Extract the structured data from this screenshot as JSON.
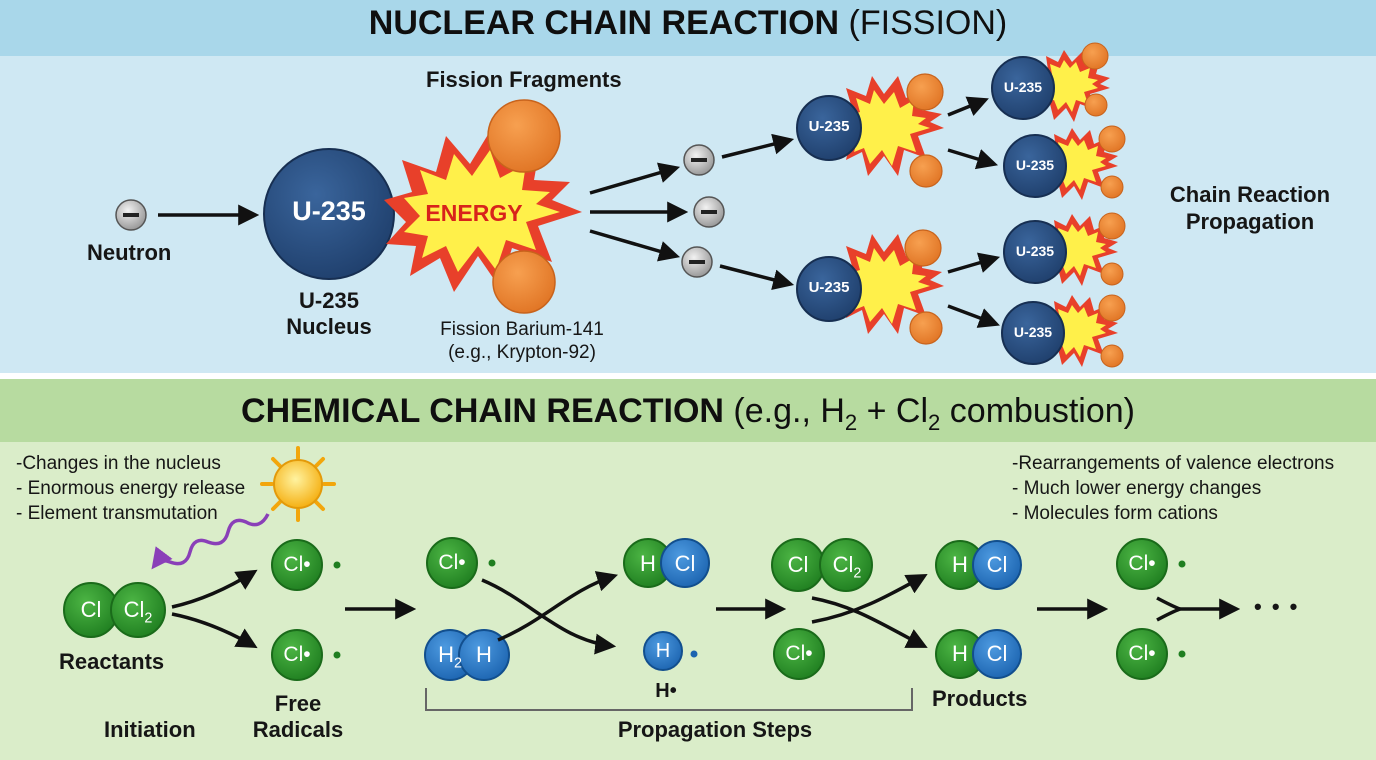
{
  "nuclear": {
    "title_bold": "NUCLEAR CHAIN REACTION",
    "title_light": "(FISSION)",
    "neutron_label": "Neutron",
    "nucleus_text": "U-235",
    "nucleus_label_line1": "U-235",
    "nucleus_label_line2": "Nucleus",
    "energy_text": "ENERGY",
    "fragments_label": "Fission Fragments",
    "barium_line1": "Fission Barium-141",
    "barium_line2": "(e.g., Krypton-92)",
    "neutron_symbol": "−",
    "propagation_line1": "Chain Reaction",
    "propagation_line2": "Propagation",
    "secondary_nucleus_text": "U-235",
    "tertiary_nucleus_text": "U-235"
  },
  "chemical": {
    "title_bold": "CHEMICAL CHAIN REACTION",
    "title_light_pre": "(e.g., H",
    "title_sub1": "2",
    "title_light_mid": " + Cl",
    "title_sub2": "2",
    "title_light_post": " combustion)",
    "left_bullets": [
      "-Changes in the nucleus",
      "- Enormous energy release",
      "- Element transmutation"
    ],
    "right_bullets": [
      "-Rearrangements of valence electrons",
      "- Much lower energy changes",
      "- Molecules form cations"
    ],
    "reactants_label": "Reactants",
    "initiation_label": "Initiation",
    "free_radicals_line1": "Free",
    "free_radicals_line2": "Radicals",
    "propagation_steps_label": "Propagation Steps",
    "products_label": "Products",
    "h_dot_label": "H•",
    "ellipsis": "• • •",
    "atoms": {
      "cl": "Cl",
      "cl2": "Cl",
      "cl2_sub": "2",
      "cl_radical": "Cl•",
      "h": "H",
      "h2": "H",
      "h2_sub": "2"
    }
  },
  "colors": {
    "top_band": "#a9d7ea",
    "top_bg": "#cfe8f3",
    "bottom_band": "#b7dba0",
    "bottom_bg": "#daedc9",
    "nucleus": "#254b7e",
    "fragment": "#f08a32",
    "explosion_outer": "#e8402a",
    "explosion_inner": "#fff04a",
    "chlorine": "#2e9a2a",
    "hydrogen": "#2c7fcf",
    "arrow": "#111111",
    "photon": "#8a3fb8"
  }
}
